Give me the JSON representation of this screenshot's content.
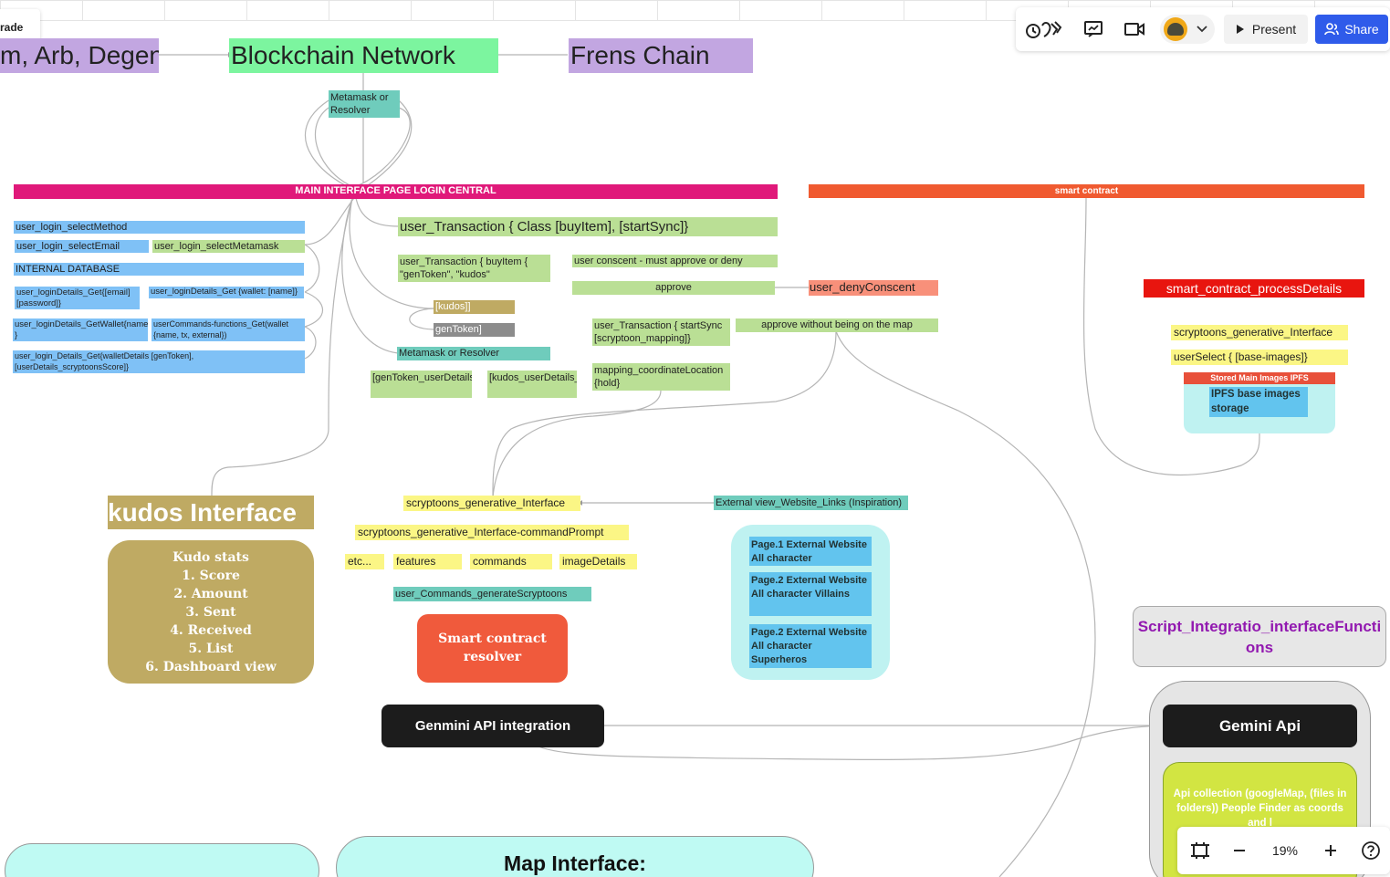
{
  "app": {
    "upgrade_label": "rade"
  },
  "board": {
    "chains": {
      "left": "m, Arb, Degen",
      "center": "Blockchain Network",
      "right": "Frens Chain"
    },
    "metamask_resolver_top": "Metamask or Resolver",
    "main_interface_bar": "MAIN INTERFACE PAGE LOGIN CENTRAL",
    "smart_contract_bar": "smart contract",
    "login_notes": {
      "select_method": "user_login_selectMethod",
      "select_email": "user_login_selectEmail",
      "select_metamask": "user_login_selectMetamask",
      "internal_db": "INTERNAL DATABASE",
      "details_get_email": "user_loginDetails_Get{[email] [password]}",
      "details_get_wallet_name": "user_loginDetails_Get {wallet: [name]}",
      "details_getwallet": "user_loginDetails_GetWallet{name }",
      "commands_get": "userCommands-functions_Get(wallet {name, tx, external})",
      "details_get_walletdetails": "user_login_Details_Get{walletDetails [genToken], [userDetails_scryptoonsScore]}"
    },
    "transaction": {
      "main": "user_Transaction { Class [buyItem], [startSync]}",
      "buyitem": "user_Transaction { buyItem { \"genToken\", \"kudos\"",
      "conscent": "user conscent - must approve or deny",
      "approve": "approve",
      "deny": "user_denyConscent",
      "kudos": "[kudos]]",
      "gentoken": "genToken]",
      "metamask_resolver": "Metamask or Resolver",
      "gentoken_total": "[genToken_userDetails_genToken_total]",
      "kudos_total": "[kudos_userDetails_Kudos_total]",
      "start_sync": "user_Transaction { startSync [scryptoon_mapping]}",
      "approve_without_map": "approve without being on the map",
      "mapping_location": "mapping_coordinateLocation {hold}"
    },
    "smart_contract_side": {
      "process_details": "smart_contract_processDetails",
      "generative_interface": "scryptoons_generative_Interface",
      "user_select": "userSelect { [base-images]}",
      "ipfs_header": "Stored Main Images IPFS",
      "ipfs_body": "IPFS base images storage"
    },
    "kudos": {
      "title": "kudos Interface",
      "stats": [
        "Kudo stats",
        "1. Score",
        "2. Amount",
        "3. Sent",
        "4. Received",
        "5. List",
        "6. Dashboard view"
      ]
    },
    "generative": {
      "interface": "scryptoons_generative_Interface",
      "command_prompt": "scryptoons_generative_Interface-commandPrompt",
      "tags": [
        "etc...",
        "features",
        "commands",
        "imageDetails"
      ],
      "generate": "user_Commands_generateScryptoons",
      "resolver": "Smart contract resolver",
      "external_links": "External view_Website_Links (Inspiration)",
      "pages": [
        "Page.1 External Website All character",
        "Page.2 External Website All character Villains",
        "Page.2 External Website All character Superheros"
      ]
    },
    "gemini": {
      "integration": "Genmini API integration",
      "script_functions": "Script_Integratio_interfaceFunctions",
      "api": "Gemini Api",
      "api_collection": "Api collection (googleMap, (files in folders)) People Finder as coords and l"
    },
    "map_interface": "Map Interface:"
  },
  "toolbar": {
    "present_label": "Present",
    "share_label": "Share",
    "reactions_icon": "reactions-icon",
    "comment_icon": "comment-icon",
    "video_icon": "video-icon"
  },
  "zoom": {
    "level": "19%"
  },
  "colors": {
    "main_bar": "#e0197a",
    "smart_contract_bar": "#f05a30",
    "share_button": "#2f5bea",
    "blockchain": "#7cf59f",
    "purple_chain": "#c2a6e1",
    "kudos": "#bfaa63"
  }
}
